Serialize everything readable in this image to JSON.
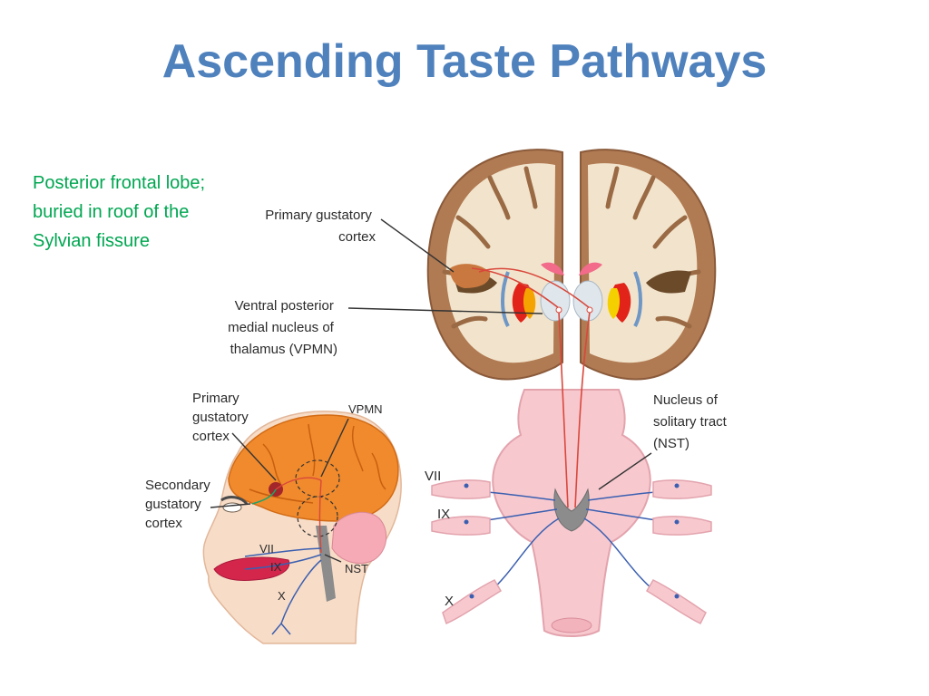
{
  "slide": {
    "title": "Ascending Taste Pathways",
    "note_lines": [
      "Posterior frontal lobe;",
      "buried in roof of the",
      "Sylvian fissure"
    ],
    "colors": {
      "title": "#4f81bd",
      "note": "#00a651"
    }
  },
  "diagram": {
    "labels": {
      "primary_gustatory_top": [
        "Primary gustatory",
        "cortex"
      ],
      "vpmn_full": [
        "Ventral posterior",
        "medial nucleus of",
        "thalamus (VPMN)"
      ],
      "nst_full": [
        "Nucleus of",
        "solitary tract",
        "(NST)"
      ],
      "primary_gustatory_head": [
        "Primary",
        "gustatory",
        "cortex"
      ],
      "vpmn_short": "VPMN",
      "secondary_gustatory": [
        "Secondary",
        "gustatory",
        "cortex"
      ],
      "nst_short": "NST",
      "nerve_vii": "VII",
      "nerve_ix": "IX",
      "nerve_x": "X"
    }
  }
}
